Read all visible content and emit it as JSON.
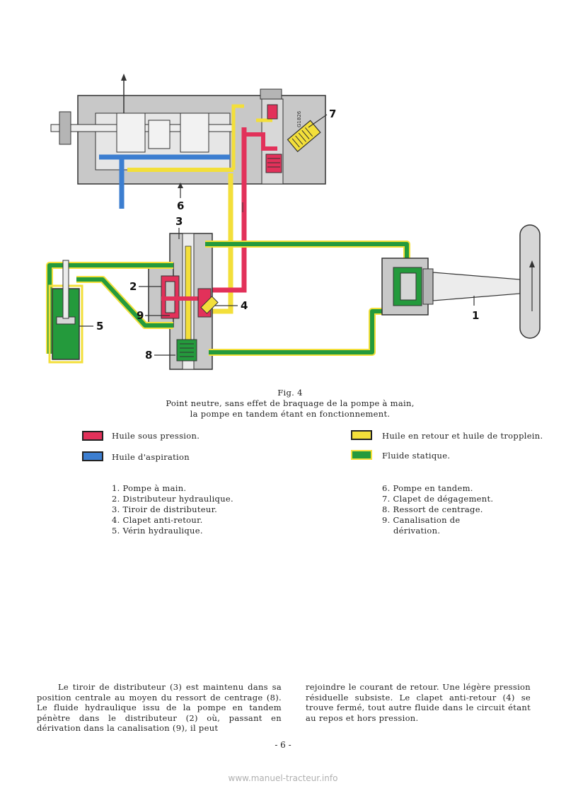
{
  "figure": {
    "callouts": [
      "1",
      "2",
      "3",
      "4",
      "5",
      "6",
      "7",
      "8",
      "9"
    ],
    "stamp": "G1826",
    "colors": {
      "pressure": "#e2315a",
      "suction": "#3c7ed0",
      "return": "#f3df3a",
      "static": "#249a3c",
      "housing": "#c8c8c8"
    }
  },
  "caption": {
    "label": "Fig. 4",
    "line1": "Point neutre, sans effet de braquage de la pompe à main,",
    "line2": "la pompe en tandem étant en fonctionnement."
  },
  "legend": {
    "pressure": "Huile sous pression.",
    "suction": "Huile d'aspiration",
    "return": "Huile en retour et huile de tropplein.",
    "static": "Fluide statique."
  },
  "parts_left": [
    "1. Pompe à main.",
    "2. Distributeur hydraulique.",
    "3. Tiroir de distributeur.",
    "4. Clapet anti-retour.",
    "5. Vérin hydraulique."
  ],
  "parts_right": [
    "6. Pompe en tandem.",
    "7. Clapet de dégagement.",
    "8. Ressort de centrage.",
    "9. Canalisation de",
    "dérivation."
  ],
  "body": {
    "col1": "Le tiroir de distributeur (3) est maintenu dans sa position centrale au moyen du ressort de centrage (8). Le fluide hydraulique issu de la pompe en tandem pénètre dans le distributeur (2) où, passant en dérivation dans la canalisation (9), il peut",
    "col2": "rejoindre le courant de retour. Une légère pression résiduelle subsiste. Le clapet anti-retour (4) se trouve fermé, tout autre fluide dans le circuit étant au repos et hors pression."
  },
  "page_number": "- 6 -",
  "watermark": "www.manuel-tracteur.info"
}
